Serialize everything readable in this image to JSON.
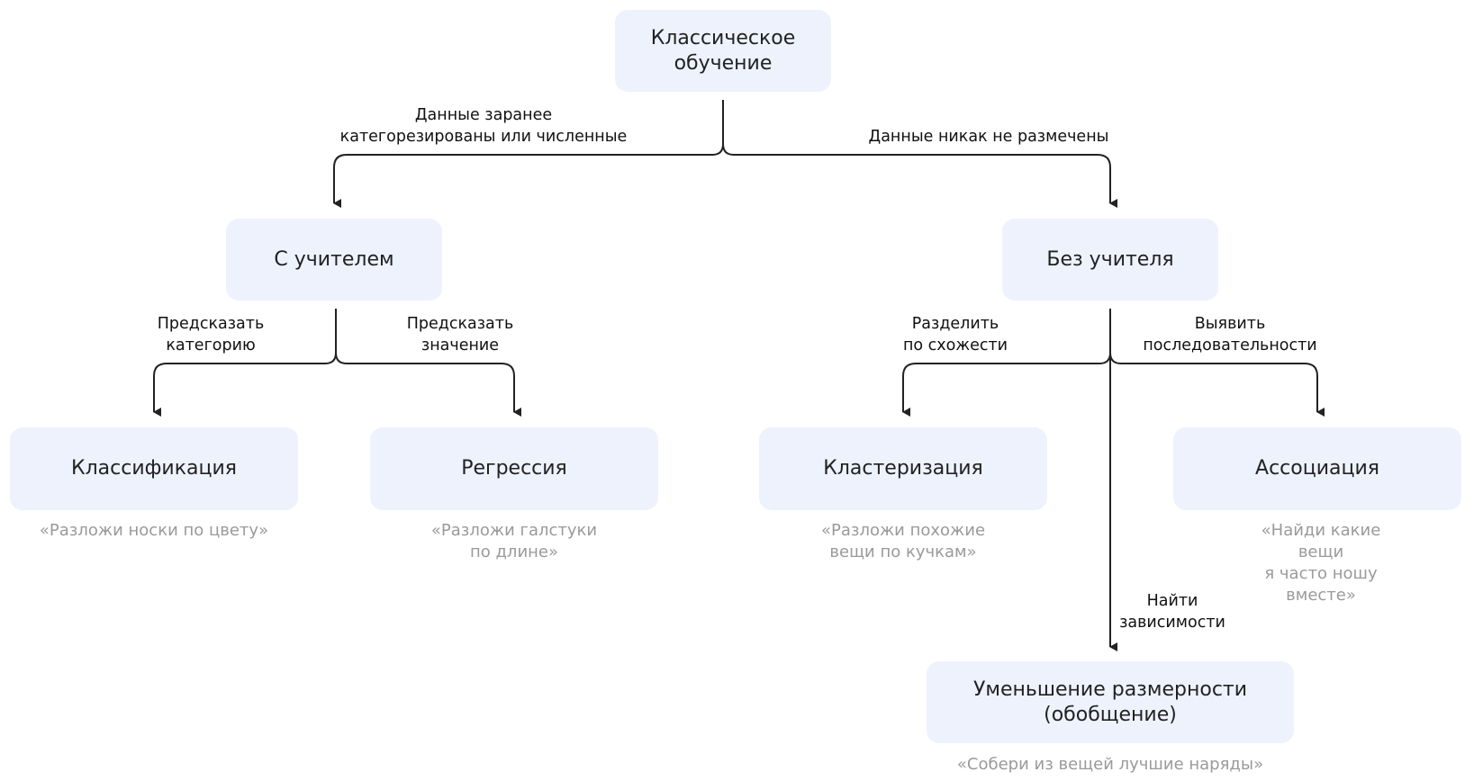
{
  "colors": {
    "node_fill": "#edf2fd",
    "line": "#222222",
    "label_text": "#111111",
    "caption_text": "#9a9a9a"
  },
  "nodes": {
    "root": {
      "label": "Классическое\nобучение"
    },
    "supervised": {
      "label": "С учителем"
    },
    "unsupervised": {
      "label": "Без учителя"
    },
    "classification": {
      "label": "Классификация",
      "caption": "«Разложи носки по цвету»"
    },
    "regression": {
      "label": "Регрессия",
      "caption": "«Разложи галстуки\nпо длине»"
    },
    "clustering": {
      "label": "Кластеризация",
      "caption": "«Разложи похожие\nвещи по кучкам»"
    },
    "association": {
      "label": "Ассоциация",
      "caption": "«Найди какие вещи\nя часто ношу вместе»"
    },
    "dim_reduction": {
      "label": "Уменьшение размерности\n(обобщение)",
      "caption": "«Собери из вещей лучшие наряды»"
    }
  },
  "edges": {
    "root_to_supervised": "Данные заранее\nкатегорезированы или численные",
    "root_to_unsupervised": "Данные никак не размечены",
    "supervised_to_classification": "Предсказать\nкатегорию",
    "supervised_to_regression": "Предсказать\nзначение",
    "unsupervised_to_clustering": "Разделить\nпо схожести",
    "unsupervised_to_association": "Выявить\nпоследовательности",
    "unsupervised_to_dim_reduction": "Найти\nзависимости"
  }
}
